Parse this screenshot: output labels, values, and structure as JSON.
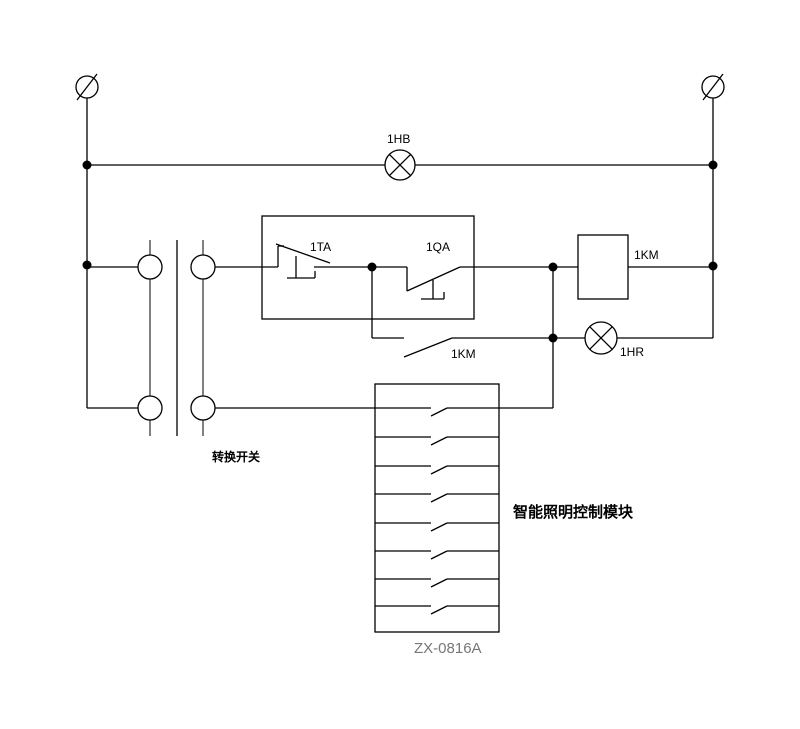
{
  "labels": {
    "hb": "1HB",
    "ta": "1TA",
    "qa": "1QA",
    "km_coil": "1KM",
    "km_contact": "1KM",
    "hr": "1HR",
    "switch": "转换开关",
    "module": "智能照明控制模块",
    "model": "ZX-0816A"
  }
}
